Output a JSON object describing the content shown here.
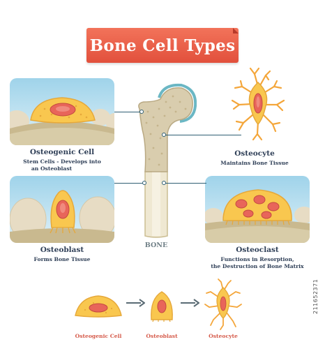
{
  "title": "Bone Cell Types",
  "cells": {
    "osteogenic": {
      "name": "Osteogenic Cell",
      "desc_line1": "Stem Cells - Develops into",
      "desc_line2": "an Osteoblast"
    },
    "osteocyte": {
      "name": "Osteocyte",
      "desc_line1": "Maintains Bone Tissue"
    },
    "osteoblast": {
      "name": "Osteoblast",
      "desc_line1": "Forms Bone Tissue"
    },
    "osteoclast": {
      "name": "Osteoclast",
      "desc_line1": "Functions in Resorption,",
      "desc_line2": "the Destruction of Bone Matrix"
    }
  },
  "bone_label": "BONE",
  "flow": {
    "step1": "Osteogenic Cell",
    "step2": "Osteoblast",
    "step3": "Osteocyte"
  },
  "side_credit": "211652371",
  "colors": {
    "banner": "#e85a44",
    "cell_yellow": "#f9c74f",
    "nucleus": "#e8655a",
    "bone": "#ddd3b8",
    "cartilage": "#6bb7c4",
    "sky": "#bfe2f0",
    "text": "#2f3f57"
  }
}
